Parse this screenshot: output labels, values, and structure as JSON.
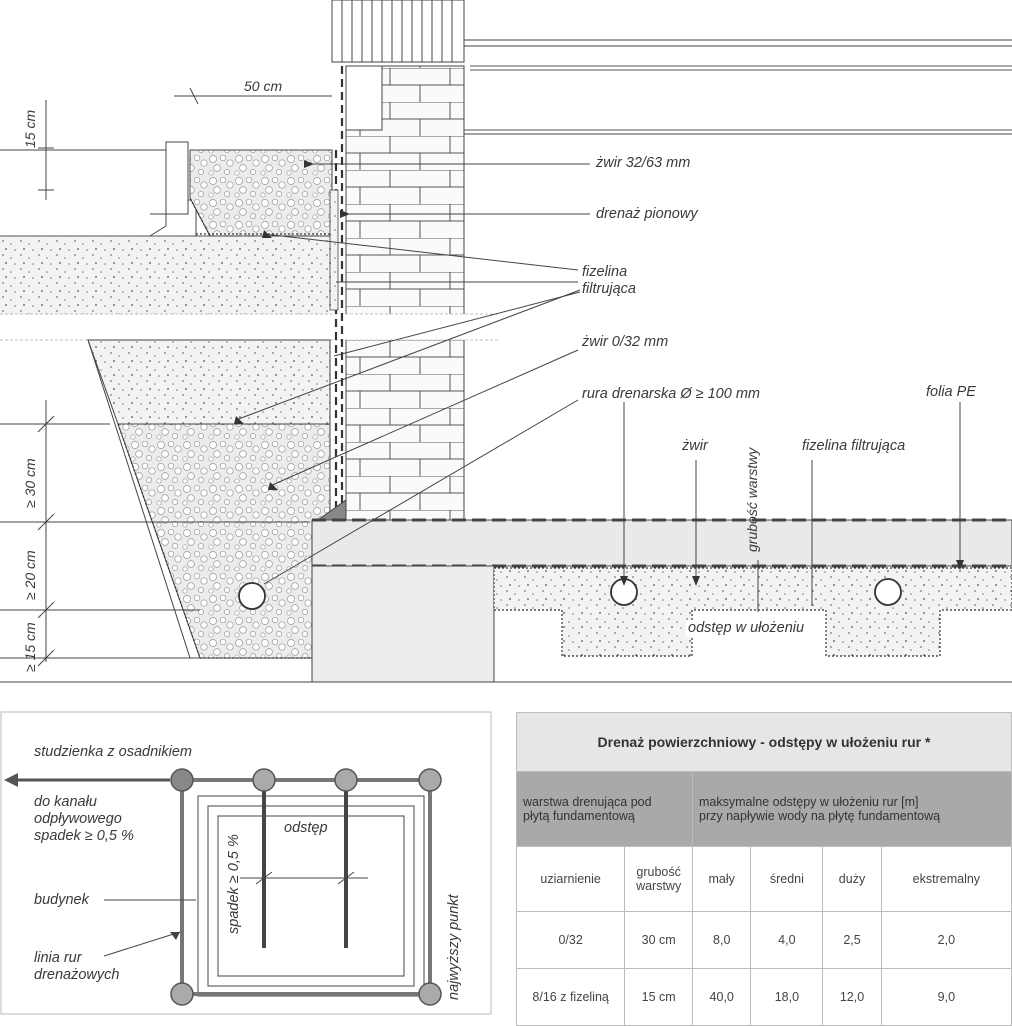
{
  "colors": {
    "line": "#3b3b3b",
    "gray": "#888888",
    "fill": "#e8e8e8",
    "tableHeader": "#a9a9a9",
    "tableTitle": "#e6e6e6"
  },
  "section": {
    "dim_50": "50 cm",
    "dim_15_top": "15 cm",
    "dim_30": "≥ 30 cm",
    "dim_20": "≥ 20 cm",
    "dim_15_bottom": "≥ 15 cm",
    "labels": {
      "zwir_32_63": "żwir 32/63 mm",
      "drenaz_pionowy": "drenaż pionowy",
      "fizelina_filtrujaca": "fizelina\nfiltrująca",
      "zwir_0_32": "żwir 0/32 mm",
      "rura": "rura drenarska Ø ≥ 100 mm",
      "folia": "folia PE",
      "zwir": "żwir",
      "grubosc": "grubość warstwy",
      "fizelina2": "fizelina filtrująca",
      "odstep": "odstęp w ułożeniu"
    }
  },
  "plan": {
    "studzienka": "studzienka z osadnikiem",
    "kanal": "do kanału\nodpływowego\nspadek ≥ 0,5 %",
    "budynek": "budynek",
    "linia": "linia rur\ndrenażowych",
    "spadek": "spadek ≥ 0,5 %",
    "odstep": "odstęp",
    "najwyzszy": "najwyższy punkt"
  },
  "table": {
    "title": "Drenaż powierzchniowy - odstępy w ułożeniu rur *",
    "group1": "warstwa drenująca pod\npłytą fundamentową",
    "group2": "maksymalne odstępy w ułożeniu rur [m]\nprzy napływie wody na płytę fundamentową",
    "cols": [
      "uziarnienie",
      "grubość\nwarstwy",
      "mały",
      "średni",
      "duży",
      "ekstremalny"
    ],
    "rows": [
      [
        "0/32",
        "30 cm",
        "8,0",
        "4,0",
        "2,5",
        "2,0"
      ],
      [
        "8/16 z fizeliną",
        "15 cm",
        "40,0",
        "18,0",
        "12,0",
        "9,0"
      ]
    ]
  }
}
